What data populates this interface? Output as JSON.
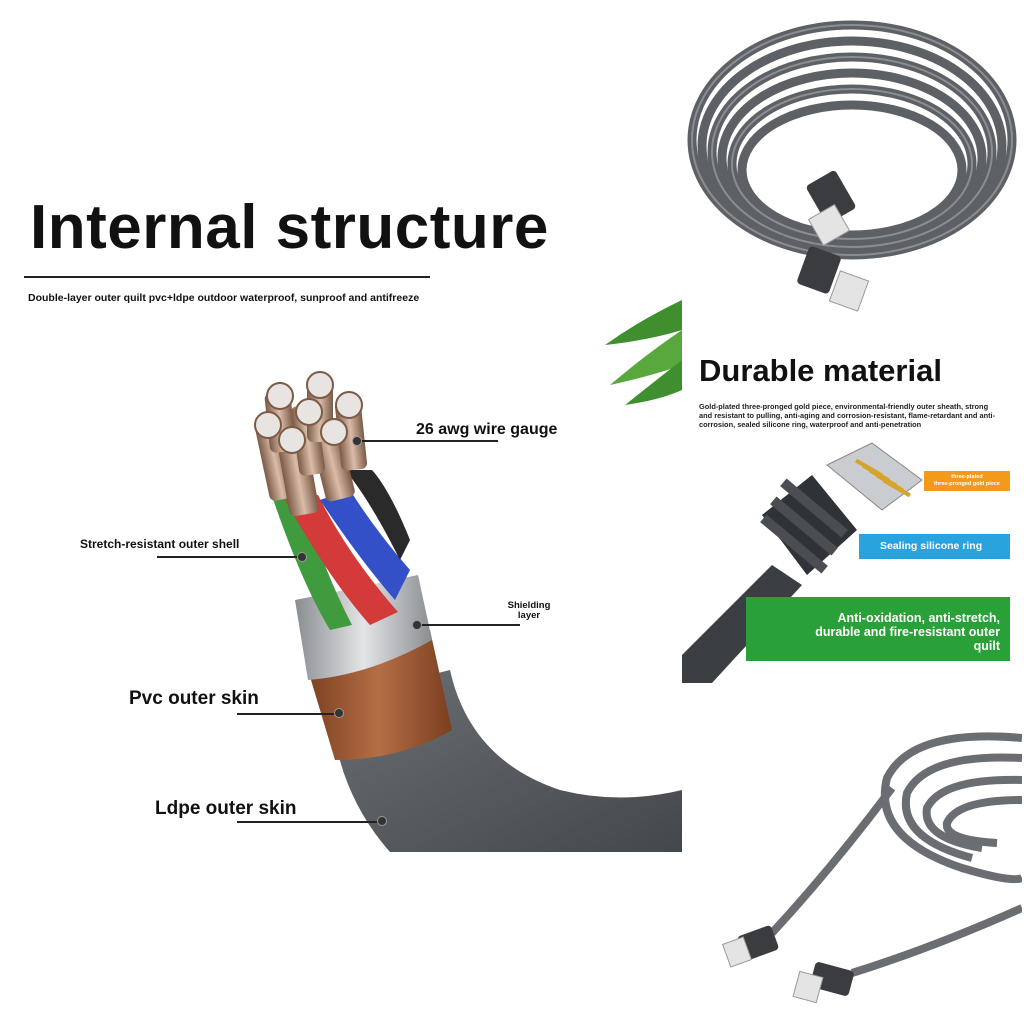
{
  "internal": {
    "title": "Internal structure",
    "subtitle": "Double-layer outer quilt pvc+ldpe outdoor waterproof, sunproof and antifreeze",
    "callouts": {
      "wire_gauge": "26 awg wire gauge",
      "outer_shell": "Stretch-resistant outer shell",
      "shielding_line1": "Shielding",
      "shielding_line2": "layer",
      "pvc": "Pvc outer skin",
      "ldpe": "Ldpe outer skin"
    }
  },
  "durable": {
    "title": "Durable material",
    "description": "Gold-plated three-pronged gold piece, environmental-friendly outer sheath, strong and resistant to pulling, anti-aging and corrosion-resistant, flame-retardant and anti-corrosion, sealed silicone ring, waterproof and anti-penetration",
    "badges": {
      "gold_line1": "three-plated",
      "gold_line2": "three-pronged gold piece",
      "seal": "Sealing silicone ring",
      "anti_line1": "Anti-oxidation, anti-stretch,",
      "anti_line2": "durable and fire-resistant outer",
      "anti_line3": "quilt"
    }
  },
  "colors": {
    "gold_badge": "#f39a1b",
    "seal_badge": "#29a3de",
    "anti_badge": "#2aa138",
    "cable_gray": "#5b5f64",
    "copper": "#9c5a34"
  }
}
